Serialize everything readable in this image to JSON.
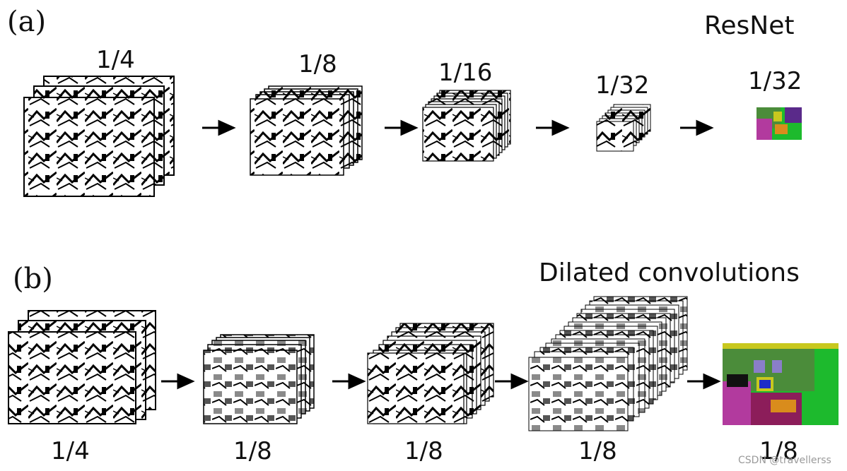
{
  "panels": {
    "a": {
      "label": "(a)",
      "title": "ResNet",
      "scales": [
        "1/4",
        "1/8",
        "1/16",
        "1/32",
        "1/32"
      ]
    },
    "b": {
      "label": "(b)",
      "title": "Dilated convolutions",
      "scales": [
        "1/4",
        "1/8",
        "1/8",
        "1/8",
        "1/8"
      ]
    }
  },
  "watermark": "CSDN @travellerss",
  "colors": {
    "ink": "#111111",
    "frame": "#000000",
    "feature_bg": "#ffffff",
    "arrow": "#000000"
  },
  "segmentation_palette": [
    "#4b8c3a",
    "#b23a9e",
    "#1dba2d",
    "#c8c81e",
    "#d98c1c",
    "#5a2a8a",
    "#1d2cc8"
  ]
}
